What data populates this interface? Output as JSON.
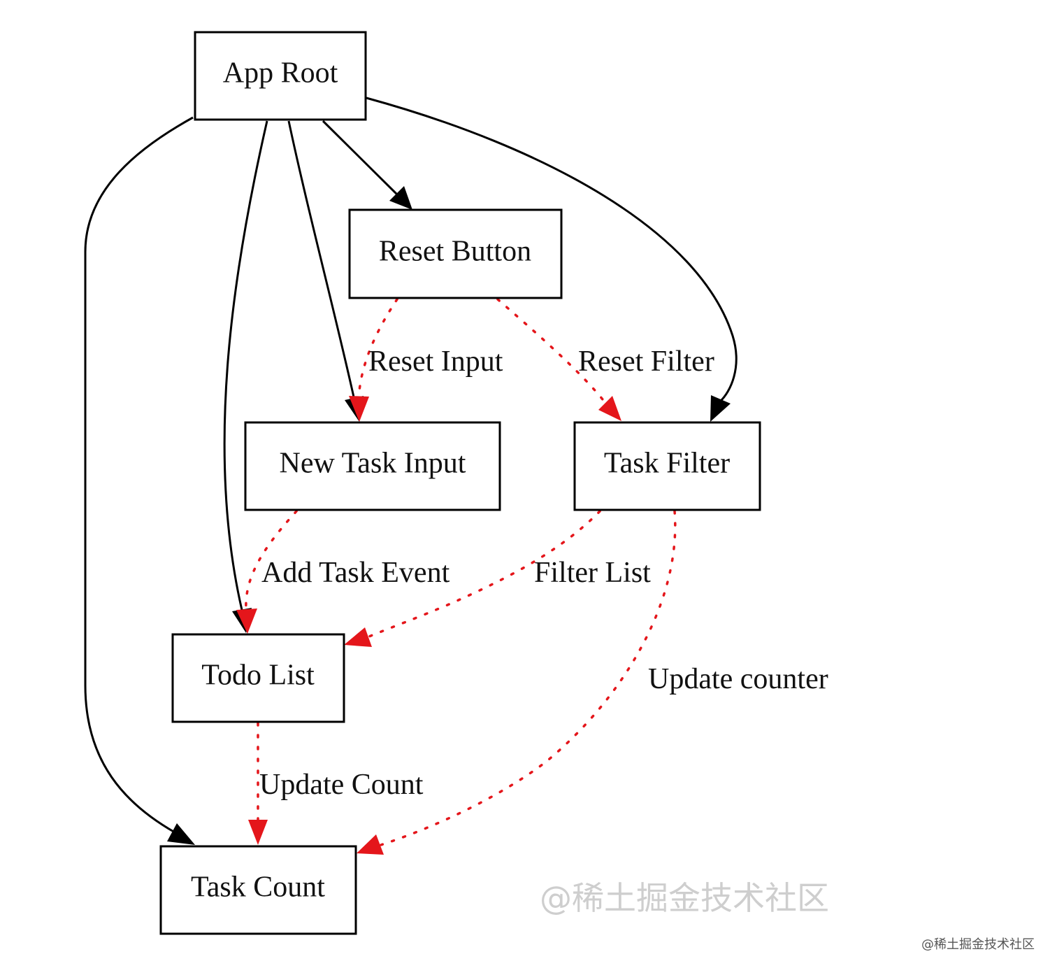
{
  "diagram": {
    "nodes": [
      {
        "id": "app_root",
        "label": "App Root"
      },
      {
        "id": "reset_button",
        "label": "Reset Button"
      },
      {
        "id": "new_task_input",
        "label": "New Task Input"
      },
      {
        "id": "task_filter",
        "label": "Task Filter"
      },
      {
        "id": "todo_list",
        "label": "Todo List"
      },
      {
        "id": "task_count",
        "label": "Task Count"
      }
    ],
    "edges": [
      {
        "id": "root_reset",
        "from": "app_root",
        "to": "reset_button",
        "style": "solid",
        "color": "#000000",
        "label": ""
      },
      {
        "id": "root_newtask",
        "from": "app_root",
        "to": "new_task_input",
        "style": "solid",
        "color": "#000000",
        "label": ""
      },
      {
        "id": "root_filter",
        "from": "app_root",
        "to": "task_filter",
        "style": "solid",
        "color": "#000000",
        "label": ""
      },
      {
        "id": "root_todo",
        "from": "app_root",
        "to": "todo_list",
        "style": "solid",
        "color": "#000000",
        "label": ""
      },
      {
        "id": "root_count",
        "from": "app_root",
        "to": "task_count",
        "style": "solid",
        "color": "#000000",
        "label": ""
      },
      {
        "id": "reset_input",
        "from": "reset_button",
        "to": "new_task_input",
        "style": "dotted",
        "color": "#e4161b",
        "label": "Reset Input"
      },
      {
        "id": "reset_filter",
        "from": "reset_button",
        "to": "task_filter",
        "style": "dotted",
        "color": "#e4161b",
        "label": "Reset Filter"
      },
      {
        "id": "add_task_event",
        "from": "new_task_input",
        "to": "todo_list",
        "style": "dotted",
        "color": "#e4161b",
        "label": "Add Task Event"
      },
      {
        "id": "filter_list",
        "from": "task_filter",
        "to": "todo_list",
        "style": "dotted",
        "color": "#e4161b",
        "label": "Filter List"
      },
      {
        "id": "update_counter",
        "from": "task_filter",
        "to": "task_count",
        "style": "dotted",
        "color": "#e4161b",
        "label": "Update counter"
      },
      {
        "id": "update_count",
        "from": "todo_list",
        "to": "task_count",
        "style": "dotted",
        "color": "#e4161b",
        "label": "Update Count"
      }
    ]
  },
  "watermark": {
    "large": "@稀土掘金技术社区",
    "small": "@稀土掘金技术社区"
  }
}
